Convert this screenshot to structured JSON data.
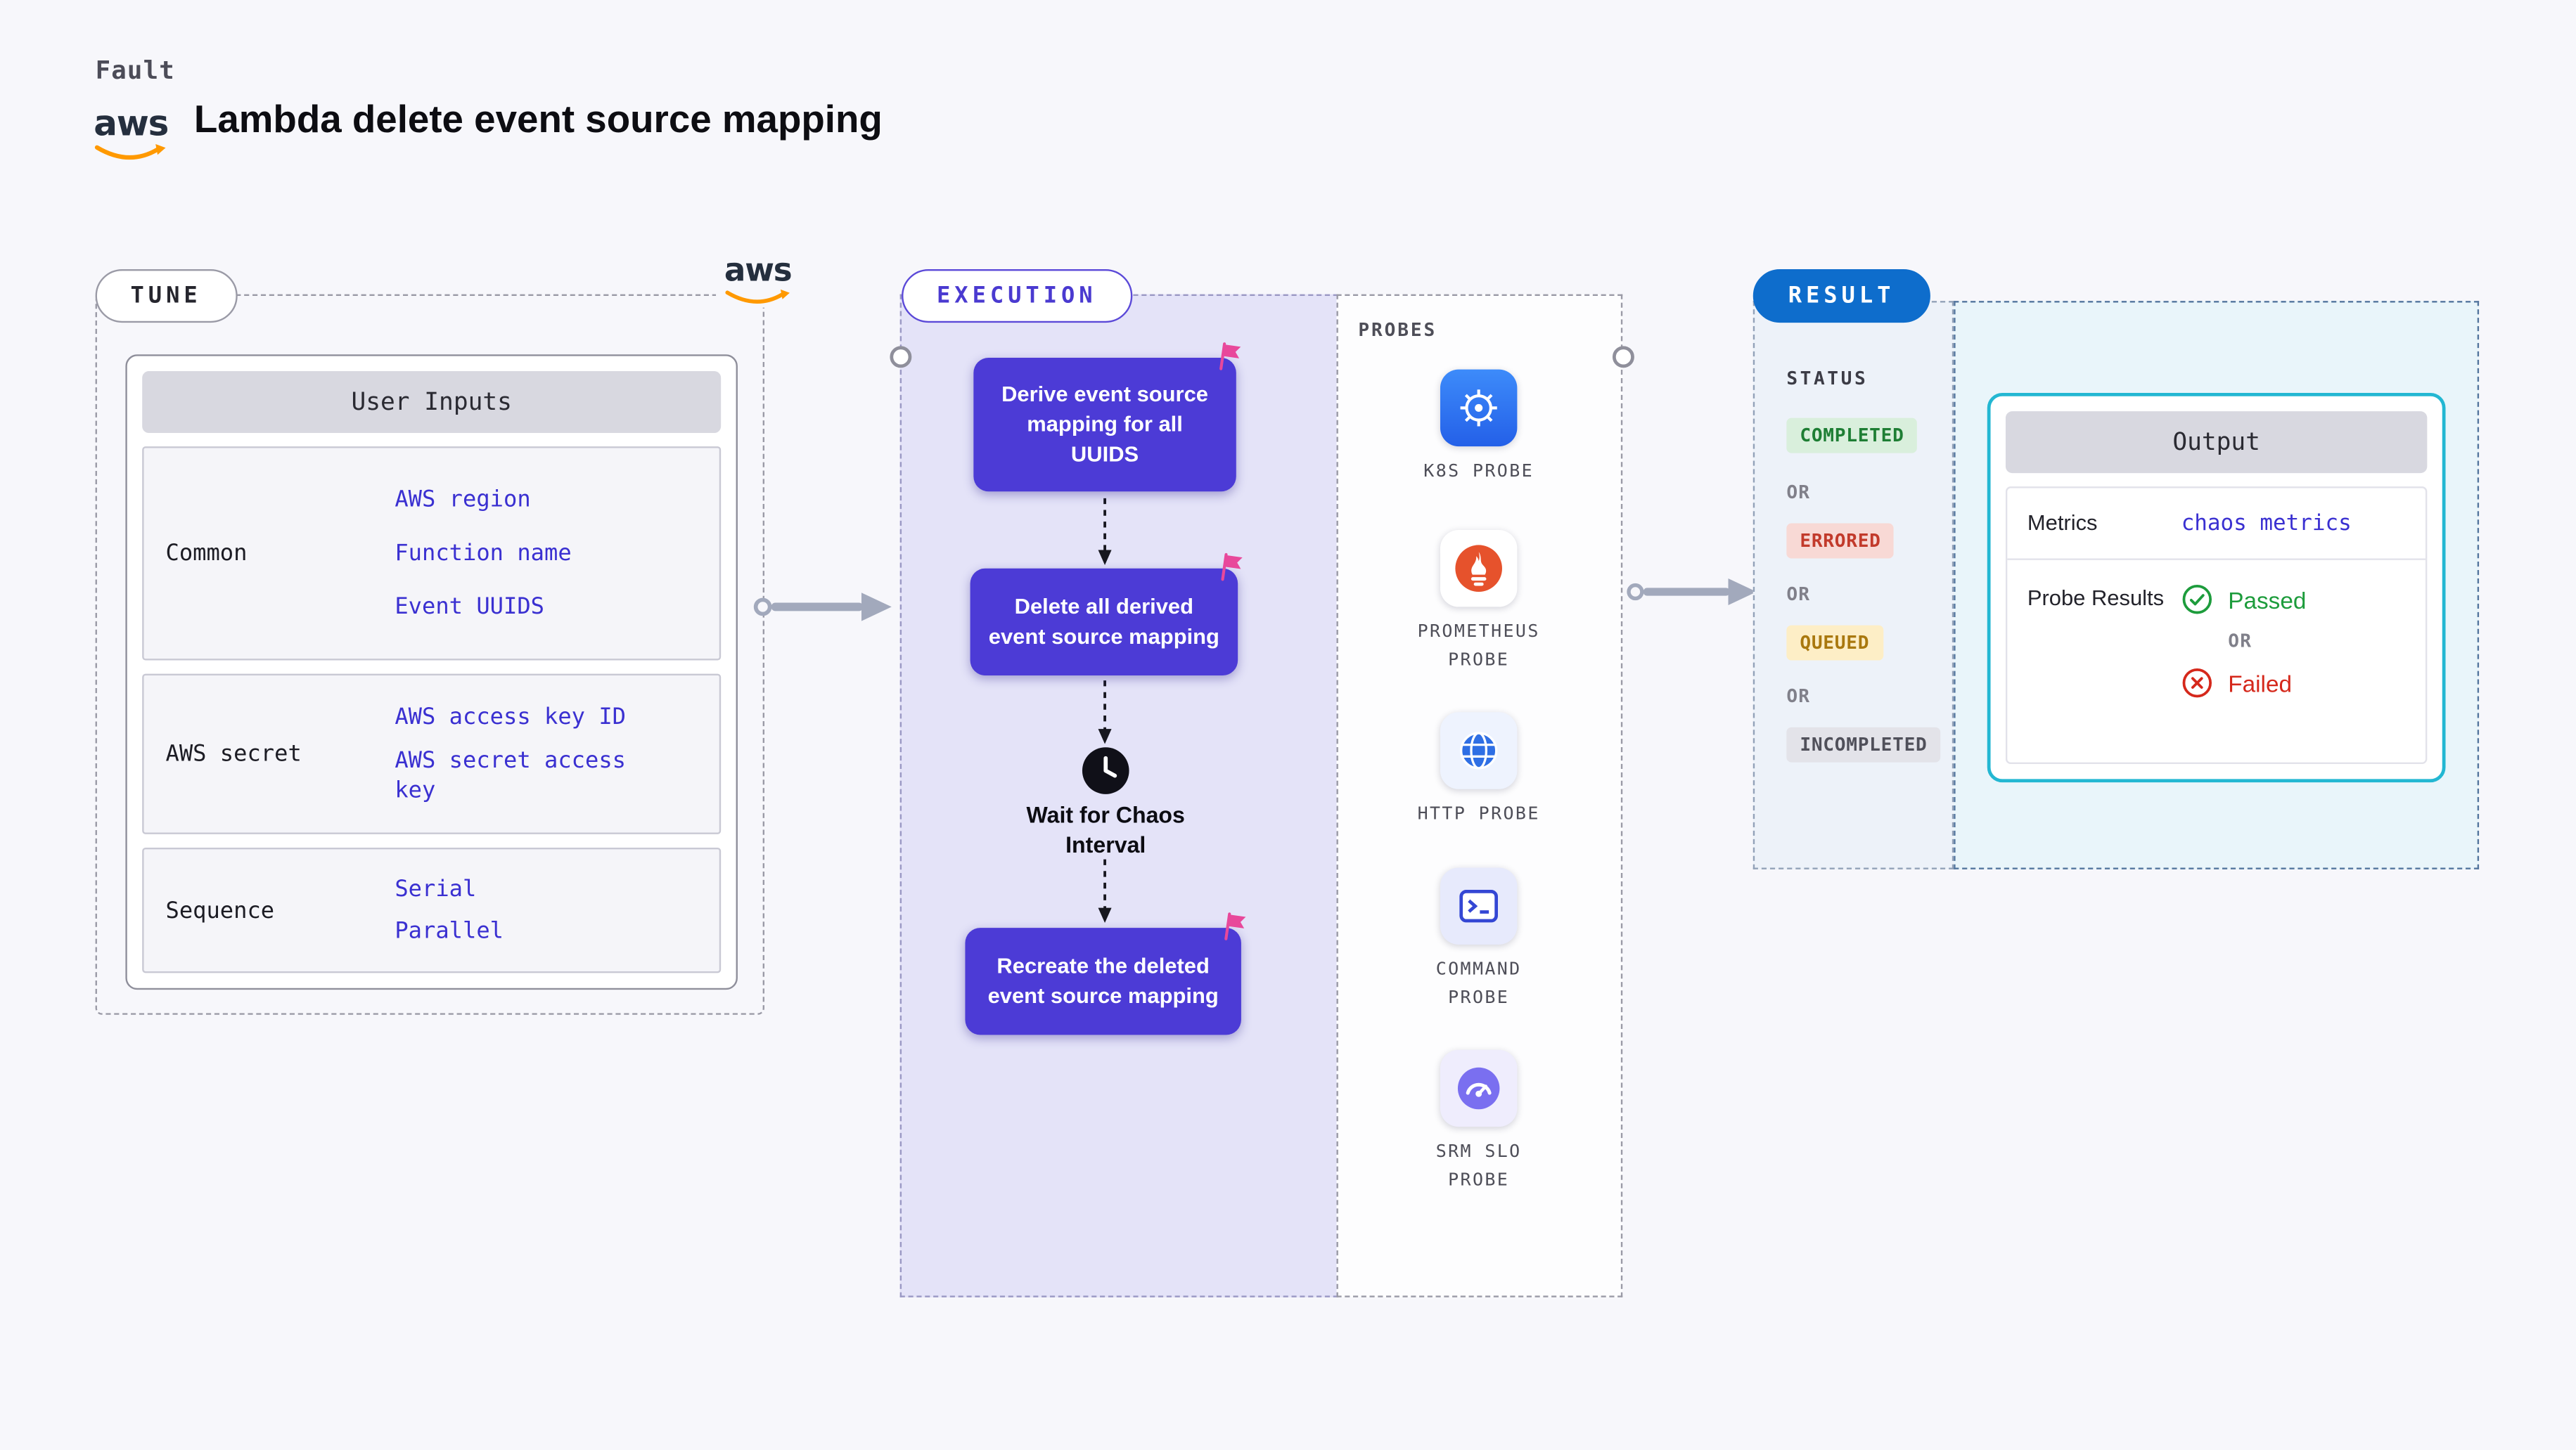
{
  "page": {
    "kicker": "Fault",
    "title": "Lambda delete event source mapping",
    "aws_wordmark": "aws"
  },
  "tune": {
    "pill": "TUNE",
    "table": {
      "header": "User Inputs",
      "rows": [
        {
          "label": "Common",
          "values": [
            "AWS region",
            "Function name",
            "Event UUIDS"
          ]
        },
        {
          "label": "AWS secret",
          "values": [
            "AWS access key ID",
            "AWS secret access key"
          ]
        },
        {
          "label": "Sequence",
          "values": [
            "Serial",
            "Parallel"
          ]
        }
      ]
    }
  },
  "execution": {
    "pill": "EXECUTION",
    "step1": "Derive event source mapping for all UUIDS",
    "step2": "Delete all derived event source mapping",
    "wait_label": "Wait for Chaos Interval",
    "step3": "Recreate the deleted event source mapping"
  },
  "probes": {
    "heading": "PROBES",
    "items": [
      {
        "name": "K8S PROBE"
      },
      {
        "name": "PROMETHEUS PROBE"
      },
      {
        "name": "HTTP PROBE"
      },
      {
        "name": "COMMAND PROBE"
      },
      {
        "name": "SRM SLO PROBE"
      }
    ]
  },
  "result": {
    "pill": "RESULT",
    "status_heading": "STATUS",
    "or": "OR",
    "statuses": [
      {
        "label": "COMPLETED"
      },
      {
        "label": "ERRORED"
      },
      {
        "label": "QUEUED"
      },
      {
        "label": "INCOMPLETED"
      }
    ],
    "output": {
      "header": "Output",
      "metrics_label": "Metrics",
      "metrics_value": "chaos metrics",
      "probe_results_label": "Probe Results",
      "passed": "Passed",
      "or": "OR",
      "failed": "Failed"
    }
  },
  "colors": {
    "page_background": "#f7f7fb",
    "step_box_indigo": "#4c3bd6",
    "execution_panel": "#e4e3f8",
    "value_link_blue": "#3a30d1",
    "result_pill_blue": "#0e6dcc",
    "output_border_cyan": "#23b7d2",
    "status_completed_green": "#1e7e34",
    "status_errored_red": "#c23a2b",
    "status_queued_yellow": "#a9780e",
    "status_incompleted_grey": "#50505a",
    "aws_orange": "#ff9900",
    "flag_pink": "#e8489b"
  }
}
